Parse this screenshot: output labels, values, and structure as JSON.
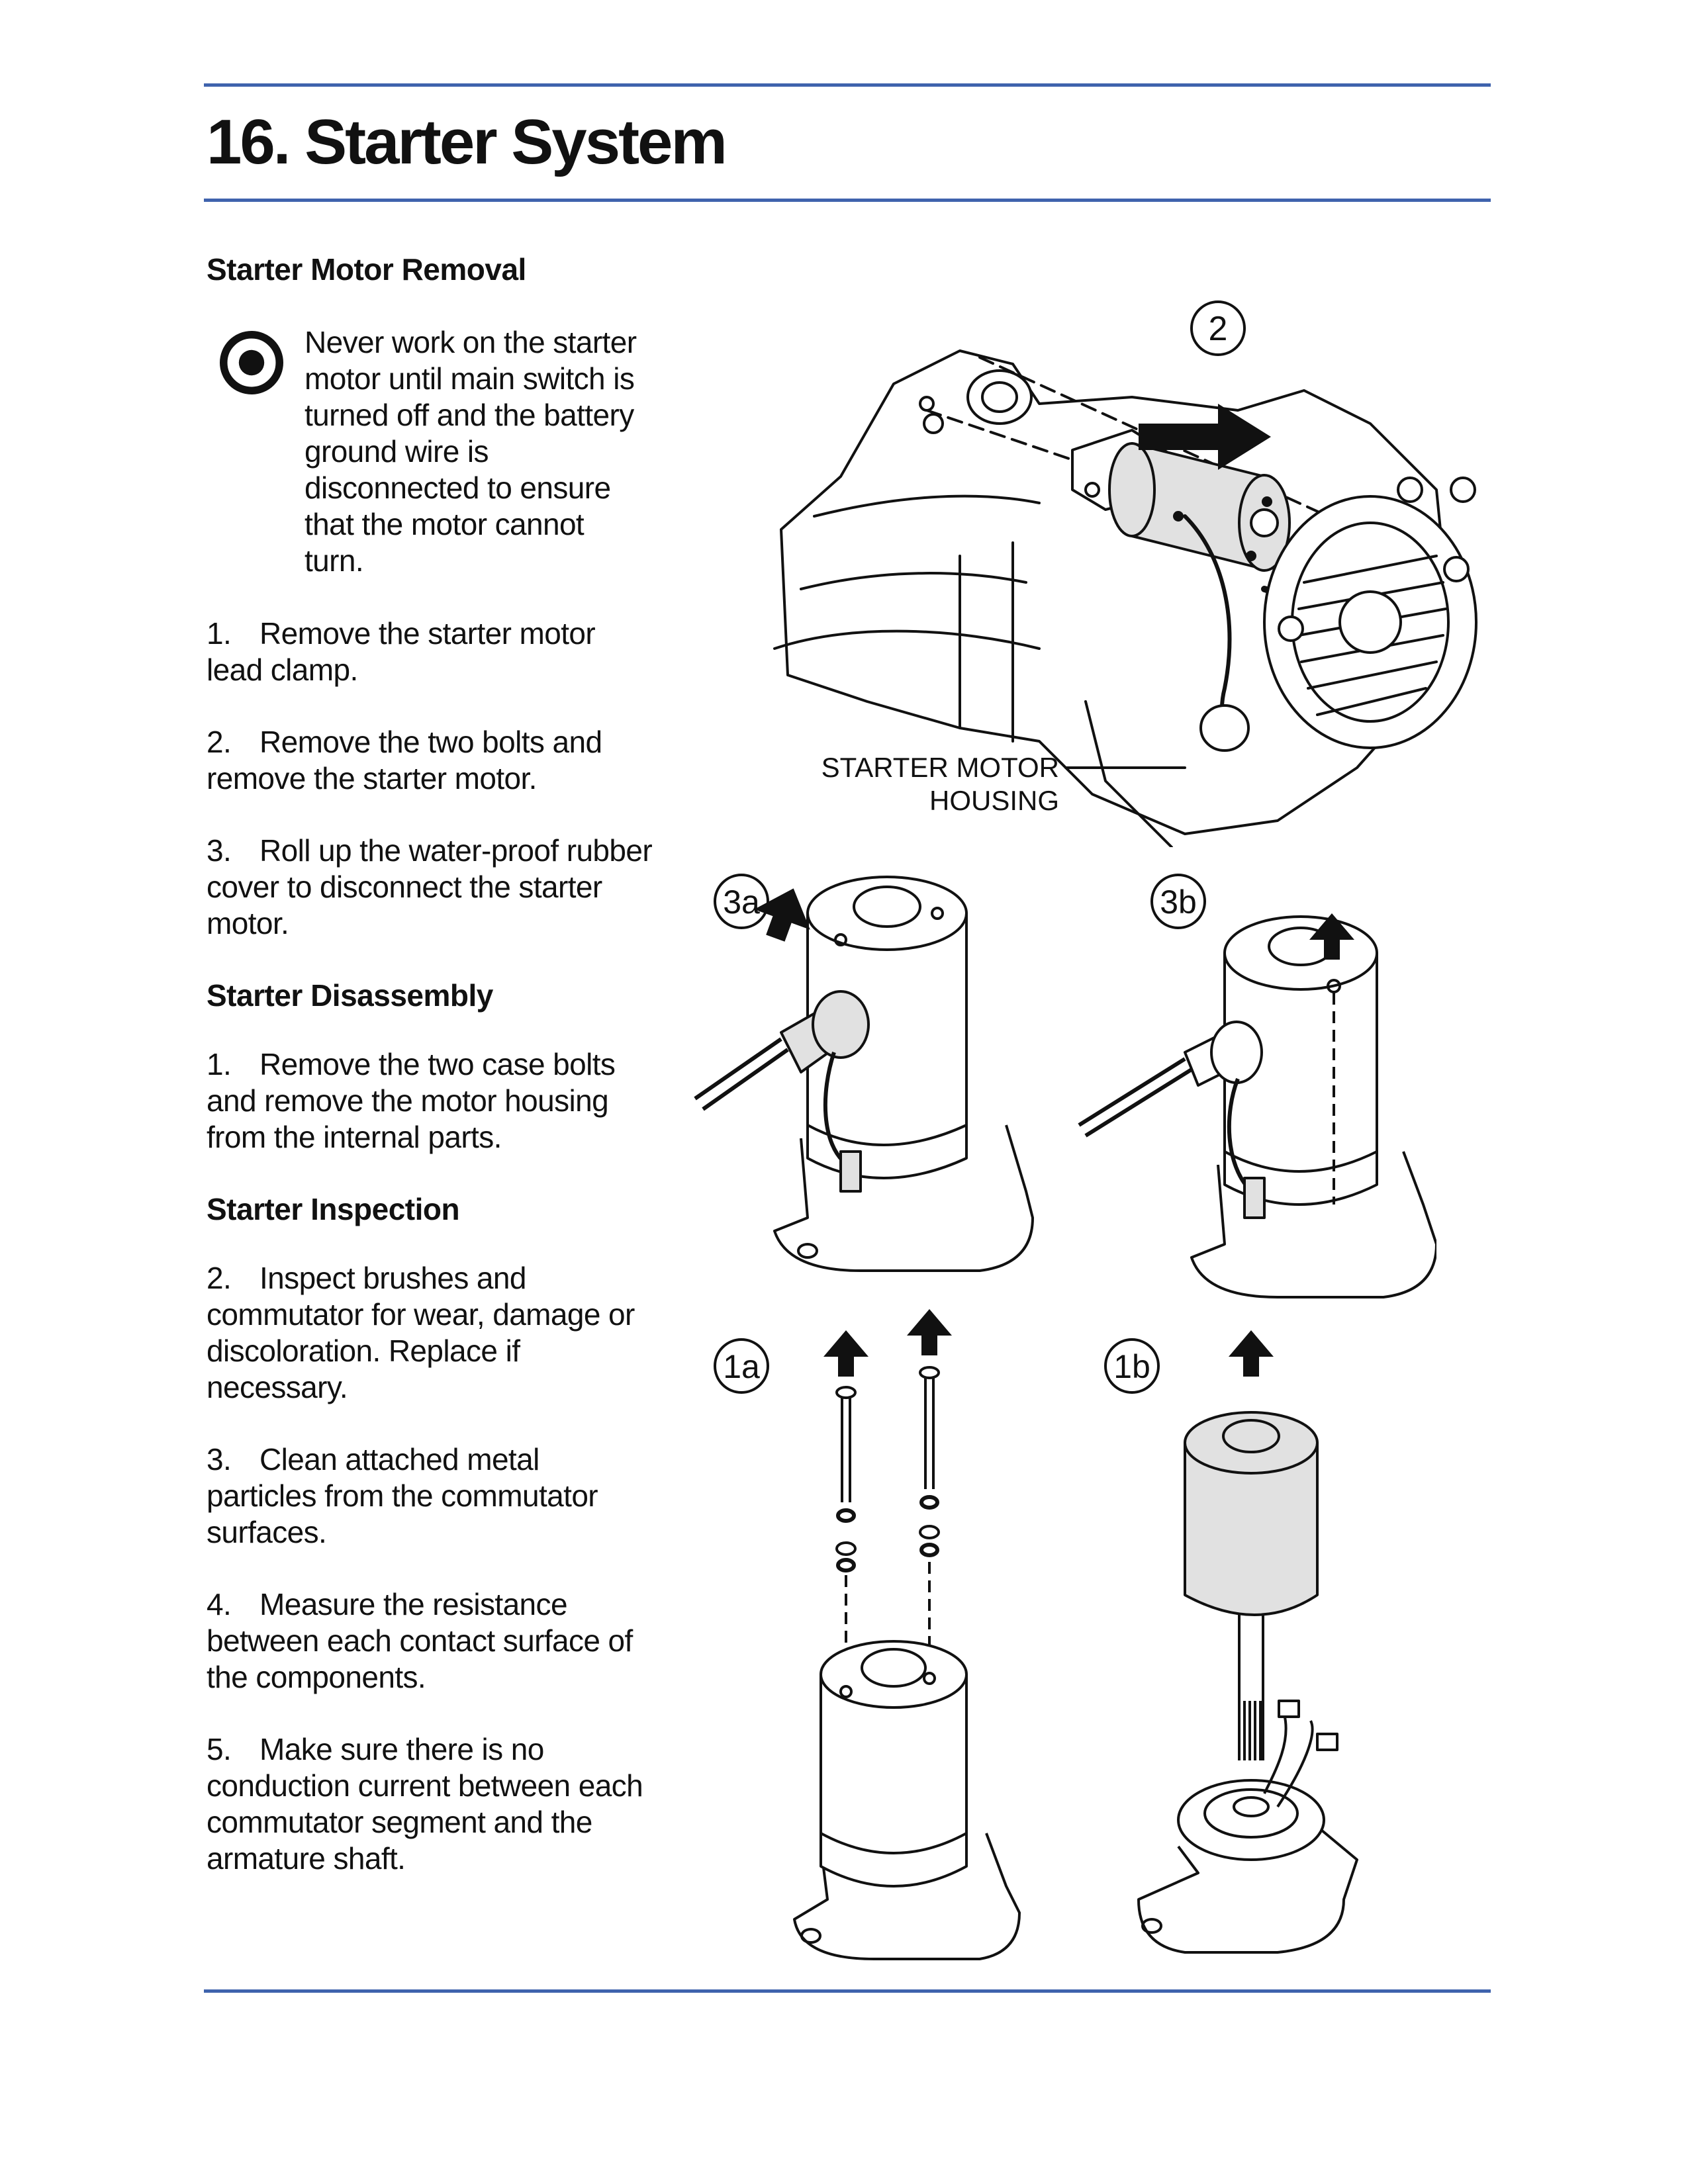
{
  "page": {
    "title": "16. Starter System"
  },
  "colors": {
    "rule": "#3f63ad",
    "ink": "#111111",
    "part_fill": "#e1e1e1"
  },
  "left": {
    "removal_heading": "Starter Motor Removal",
    "warning_icon": "target-warning-icon",
    "warning_text": "Never work on the starter motor until main switch is turned off and the battery ground wire is disconnected to ensure that the motor cannot turn.",
    "removal_steps": [
      {
        "num": "1.",
        "text": "Remove the starter motor lead clamp."
      },
      {
        "num": "2.",
        "text": "Remove the two bolts and remove the starter motor."
      },
      {
        "num": "3.",
        "text": "Roll up the water-proof rubber cover to disconnect the starter motor."
      }
    ],
    "disassembly_heading": "Starter Disassembly",
    "disassembly_steps": [
      {
        "num": "1.",
        "text": "Remove the two case bolts and remove the motor housing from the internal parts."
      }
    ],
    "inspection_heading": "Starter Inspection",
    "inspection_steps": [
      {
        "num": "2.",
        "text": "Inspect brushes and commutator for wear, damage or discoloration. Replace if necessary."
      },
      {
        "num": "3.",
        "text": "Clean attached metal particles from the commutator surfaces."
      },
      {
        "num": "4.",
        "text": "Measure the resistance between each contact surface of the components."
      },
      {
        "num": "5.",
        "text": "Make sure there is no conduction current between each commutator segment and the armature shaft."
      }
    ]
  },
  "figures": {
    "fig2": {
      "callout": "2",
      "label_line1": "STARTER MOTOR",
      "label_line2": "HOUSING"
    },
    "fig3a": {
      "callout": "3a"
    },
    "fig3b": {
      "callout": "3b"
    },
    "fig1a": {
      "callout": "1a"
    },
    "fig1b": {
      "callout": "1b"
    }
  }
}
